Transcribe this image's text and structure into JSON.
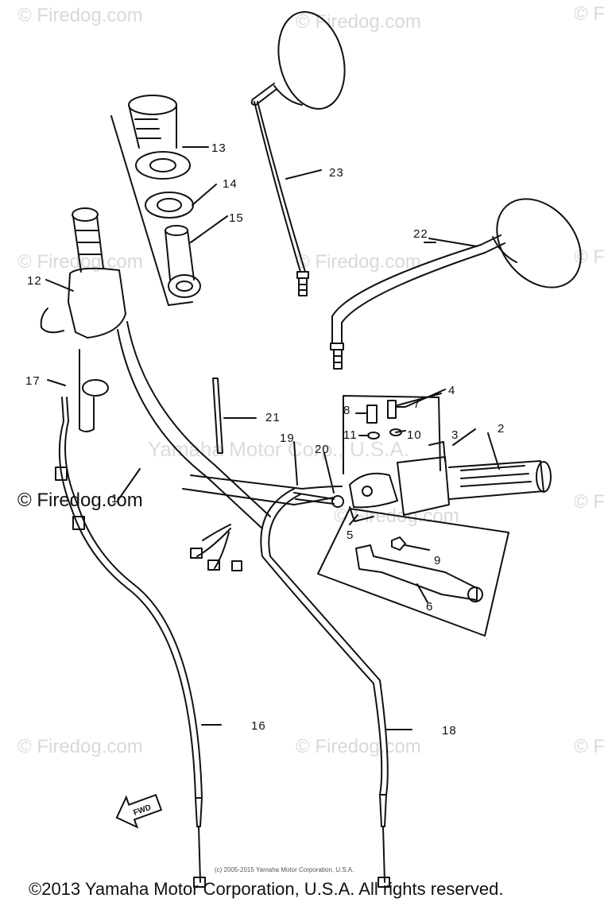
{
  "watermarks": [
    {
      "text": "© Firedog.com"
    },
    {
      "text": "© Firedog.com"
    },
    {
      "text": "© F"
    },
    {
      "text": "© Firedog.com"
    },
    {
      "text": "© Firedog.com"
    },
    {
      "text": "© F"
    },
    {
      "text": "© Firedog.com"
    },
    {
      "text": "© F"
    },
    {
      "text": "© Firedog.com"
    },
    {
      "text": "© Firedog.com"
    },
    {
      "text": "© F"
    }
  ],
  "center_watermark": "Yamaha Motor Corp., U.S.A.",
  "part_labels": [
    "1",
    "2",
    "3",
    "4",
    "5",
    "6",
    "7",
    "8",
    "9",
    "10",
    "11",
    "12",
    "13",
    "14",
    "15",
    "16",
    "17",
    "18",
    "19",
    "20",
    "21",
    "22",
    "23"
  ],
  "fwd_label": "FWD",
  "small_copyright": "(c) 2005-2015 Yamaha Motor Corporation, U.S.A.",
  "footer_copyright": "©2013 Yamaha Motor Corporation, U.S.A. All rights reserved."
}
